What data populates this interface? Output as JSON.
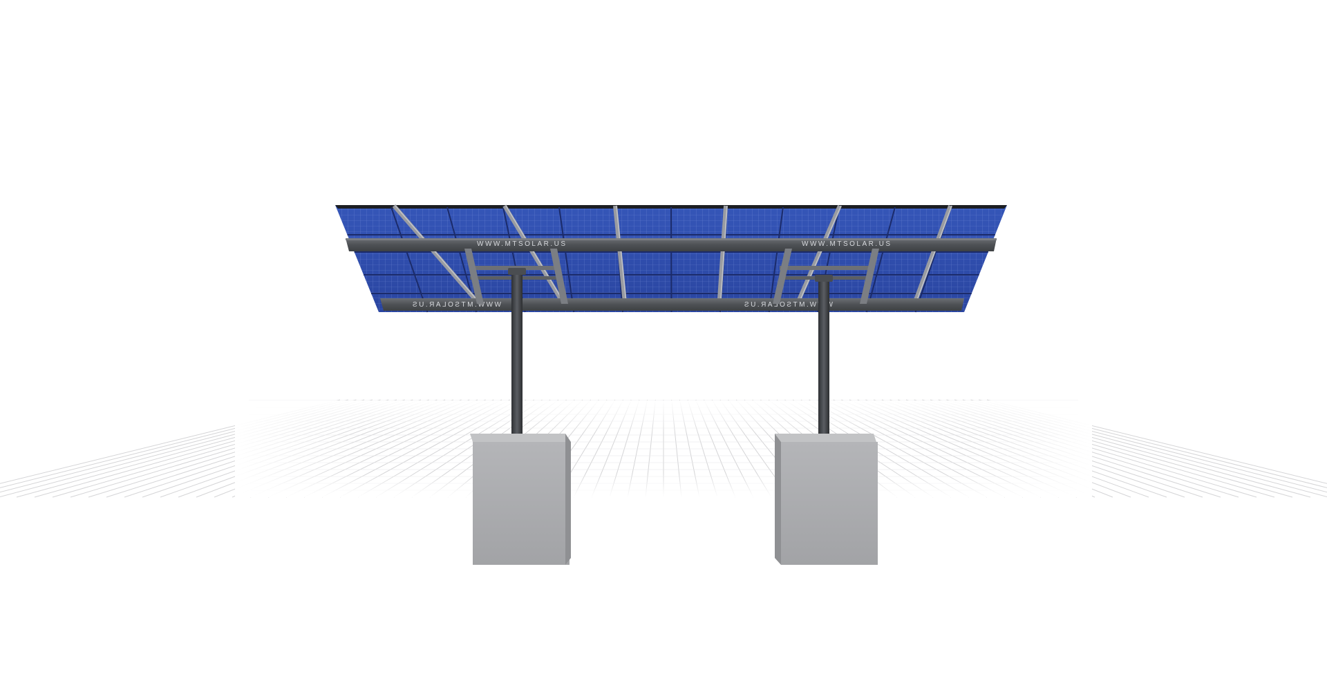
{
  "scene": {
    "description_labels": {
      "front_rail_left": "WWW.MTSOLAR.US",
      "front_rail_right": "WWW.MTSOLAR.US",
      "back_rail_left": "WWW.MTSOLAR.US",
      "back_rail_right": "WWW.MTSOLAR.US"
    },
    "colors": {
      "panel": "#2f4fb0",
      "panel_dark": "#1f3488",
      "rail": "#55585c",
      "post": "#3b3e42",
      "concrete": "#a9aaad",
      "grid": "#d6d6d8"
    }
  }
}
